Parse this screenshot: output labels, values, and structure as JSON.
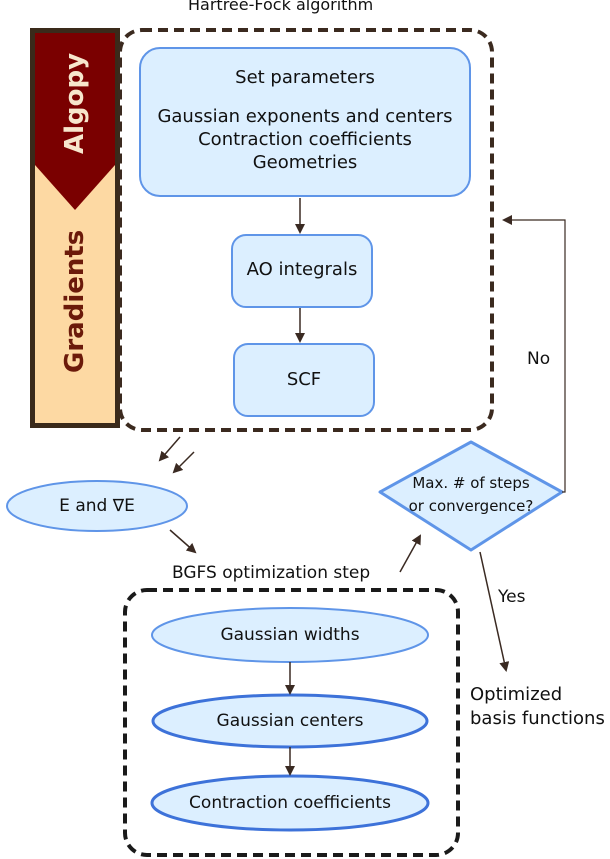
{
  "title": "Hartree-Fock algorithm",
  "sidebar": {
    "top_label": "Algopy",
    "bottom_label": "Gradients",
    "colors": {
      "top": "#7a0000",
      "bottom": "#fdd9a3",
      "border": "#3a2a1a"
    }
  },
  "hf_box": {
    "set_parameters": {
      "heading": "Set parameters",
      "lines": [
        "Gaussian exponents and centers",
        "Contraction coefficients",
        "Geometries"
      ]
    },
    "ao_integrals": "AO integrals",
    "scf": "SCF"
  },
  "energy_node": "E and ∇E",
  "optimization": {
    "label": "BGFS optimization step",
    "steps": [
      "Gaussian widths",
      "Gaussian centers",
      "Contraction coefficients"
    ]
  },
  "decision": {
    "lines": [
      "Max. # of steps",
      "or convergence?"
    ],
    "no_label": "No",
    "yes_label": "Yes"
  },
  "output": {
    "lines": [
      "Optimized",
      "basis functions"
    ]
  },
  "colors": {
    "box_fill": "#dcefff",
    "box_stroke": "#5f95e8",
    "dashed_border": "#3b2a1f",
    "arrow": "#3a2a22"
  }
}
